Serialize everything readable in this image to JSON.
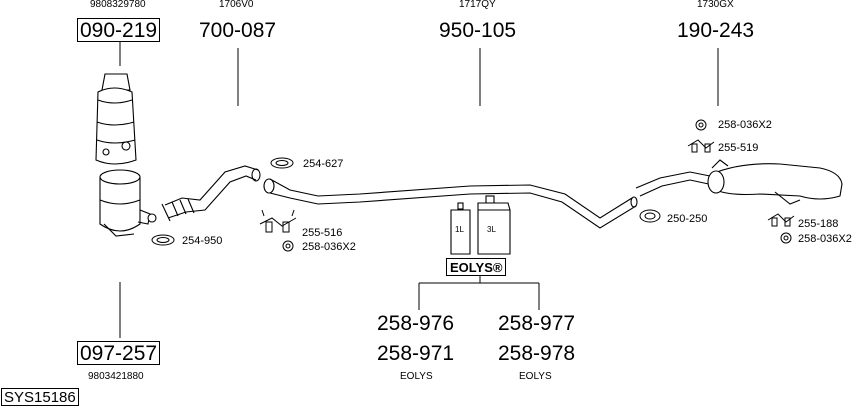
{
  "diagram": {
    "system_id": "SYS15186",
    "parts": [
      {
        "oem": "9808329780",
        "number": "090-219"
      },
      {
        "oem": "1706V0",
        "number": "700-087"
      },
      {
        "oem": "1717QY",
        "number": "950-105"
      },
      {
        "oem": "1730GX",
        "number": "190-243"
      },
      {
        "oem": "9803421880",
        "number": "097-257"
      }
    ],
    "fittings": [
      "254-627",
      "255-516",
      "258-036X2",
      "254-950",
      "258-036X2",
      "255-519",
      "250-250",
      "255-188",
      "258-036X2"
    ],
    "additive": {
      "brand": "EOLYS®",
      "bottle_labels": [
        "1L",
        "3L"
      ],
      "left_numbers": [
        "258-976",
        "258-971"
      ],
      "right_numbers": [
        "258-977",
        "258-978"
      ],
      "left_caption": "EOLYS",
      "right_caption": "EOLYS"
    }
  }
}
